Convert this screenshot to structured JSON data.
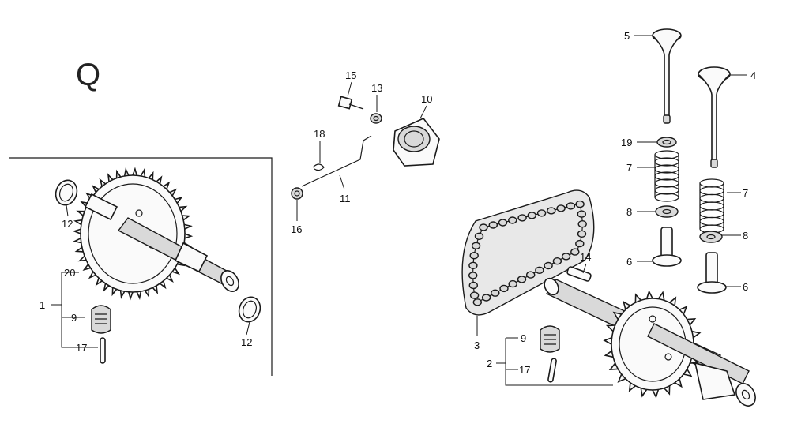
{
  "diagram": {
    "section_letter": "Q",
    "callouts": {
      "c1": "1",
      "c2": "2",
      "c3": "3",
      "c4": "4",
      "c5": "5",
      "c6a": "6",
      "c6b": "6",
      "c7a": "7",
      "c7b": "7",
      "c8a": "8",
      "c8b": "8",
      "c9a": "9",
      "c9b": "9",
      "c10": "10",
      "c11": "11",
      "c12a": "12",
      "c12b": "12",
      "c13": "13",
      "c14": "14",
      "c15": "15",
      "c16": "16",
      "c17a": "17",
      "c17b": "17",
      "c18": "18",
      "c19": "19",
      "c20": "20"
    }
  }
}
